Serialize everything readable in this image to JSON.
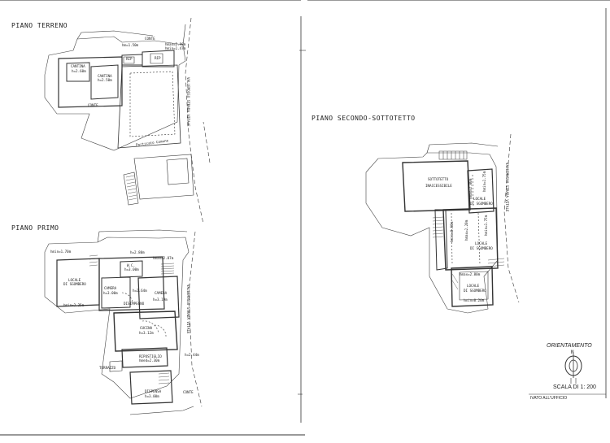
{
  "titles": {
    "ground": "PIANO TERRENO",
    "first": "PIANO PRIMO",
    "second": "PIANO SECONDO-SOTTOTETTO"
  },
  "ground_floor": {
    "conte_top": "CONTE",
    "hmax": "hmax=2.90m",
    "hmin": "hmin=1.47m",
    "hm": "hm=1.50m",
    "rip1": "RIP",
    "rip2": "RIP",
    "cantina1": "CANTINA",
    "cantina1_h": "h=2.60m",
    "cantina2": "CANTINA",
    "cantina2_h": "h=2.50m",
    "conte": "CONTE",
    "portico": "Porticato Comune",
    "street": "VALLEMOSSO STRADA VITALE"
  },
  "first_floor": {
    "hmin_tl": "hmin=1.70m",
    "h_top": "h=2.80m",
    "hmax": "hmax=2.87m",
    "wc": "W.C.",
    "wc_h": "h=3.00m",
    "locale": "LOCALE",
    "locale2": "DI SGOMBERO",
    "camera1": "CAMERA",
    "camera1_h": "h=3.00m",
    "h_mid": "h=2.64m",
    "disimpegno": "DISIMPEGNO",
    "camera2": "CAMERA",
    "camera2_h": "h=3.19m",
    "hmin_l": "hmin=2.25m",
    "cucina": "CUCINA",
    "cucina_h": "h=3.12m",
    "ripostiglio": "RIPOSTIGLIO",
    "ripostiglio_h": "hmed=2.30m",
    "h_right": "h=2.44m",
    "terrazzo": "TERRAZZO",
    "dispensa": "DISPENSA",
    "dispensa_h": "h=3.00m",
    "conte": "CONTE",
    "street": "VALLEMOSSO STRADA VITALE"
  },
  "second_floor": {
    "sottotetto": "SOTTOTETTO",
    "inaccessibile": "INACCESSIBILE",
    "hmax1": "hmax=2.80m",
    "hmin1": "hmin=1.75m",
    "locale1": "LOCALE",
    "locale1b": "DI SGOMBERO",
    "hmin2": "hmin=0.60m",
    "hmax2": "hmax=2.20m",
    "hmin3": "hmin=1.75m",
    "locale2": "LOCALE",
    "locale2b": "DI SGOMBERO",
    "hmax3": "hmax=2.80m",
    "locale3": "LOCALE",
    "locale3b": "DI SGOMBERO",
    "hmin4": "hmin=0.20m",
    "street": "VALLEMOSSO STRADA VITALE"
  },
  "legend": {
    "orientamento": "ORIENTAMENTO",
    "north": "N",
    "scala": "SCALA DI 1: 200",
    "footer": "IVATO ALL'UFFICIO"
  }
}
